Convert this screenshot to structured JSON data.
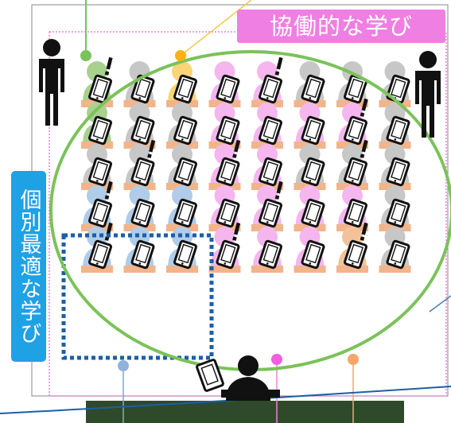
{
  "labels": {
    "collaborative": "協働的な学び",
    "individual": "個別最適な学び"
  },
  "colors": {
    "collaborative": "#ef7fe2",
    "individual": "#1fa1e6",
    "green_circle": "#7bc25a",
    "blue_group": "#1a5fa8",
    "desk": "#f2b48a",
    "figure": "#111111",
    "blackboard": "#2f4a2a",
    "student_gray": "#c7c7c7",
    "student_pink": "#f5b6ef",
    "student_green": "#a9d18e",
    "student_yellow": "#f9d577",
    "student_blue": "#b0cce8",
    "student_orange": "#f4c29a"
  },
  "icons": [
    "teacher-figure-icon",
    "tablet-icon",
    "exclamation-icon",
    "student-icon"
  ],
  "students": [
    [
      "green",
      "gray",
      "yellow",
      "pink",
      "pink",
      "gray",
      "gray",
      "gray"
    ],
    [
      "green",
      "gray",
      "gray",
      "pink",
      "pink",
      "pink",
      "pink",
      "gray"
    ],
    [
      "gray",
      "gray",
      "gray",
      "pink",
      "pink",
      "gray",
      "gray",
      "gray"
    ],
    [
      "blue",
      "blue",
      "blue",
      "pink",
      "pink",
      "pink",
      "pink",
      "gray"
    ],
    [
      "blue",
      "blue",
      "blue",
      "pink",
      "pink",
      "pink",
      "orange",
      "gray"
    ]
  ],
  "exclamations": [
    [
      1,
      0,
      0,
      0,
      1,
      0,
      0,
      0
    ],
    [
      0,
      0,
      0,
      0,
      0,
      0,
      1,
      0
    ],
    [
      0,
      1,
      0,
      1,
      0,
      0,
      1,
      0
    ],
    [
      1,
      0,
      0,
      0,
      1,
      0,
      0,
      0
    ],
    [
      1,
      0,
      0,
      1,
      0,
      0,
      1,
      0
    ]
  ]
}
